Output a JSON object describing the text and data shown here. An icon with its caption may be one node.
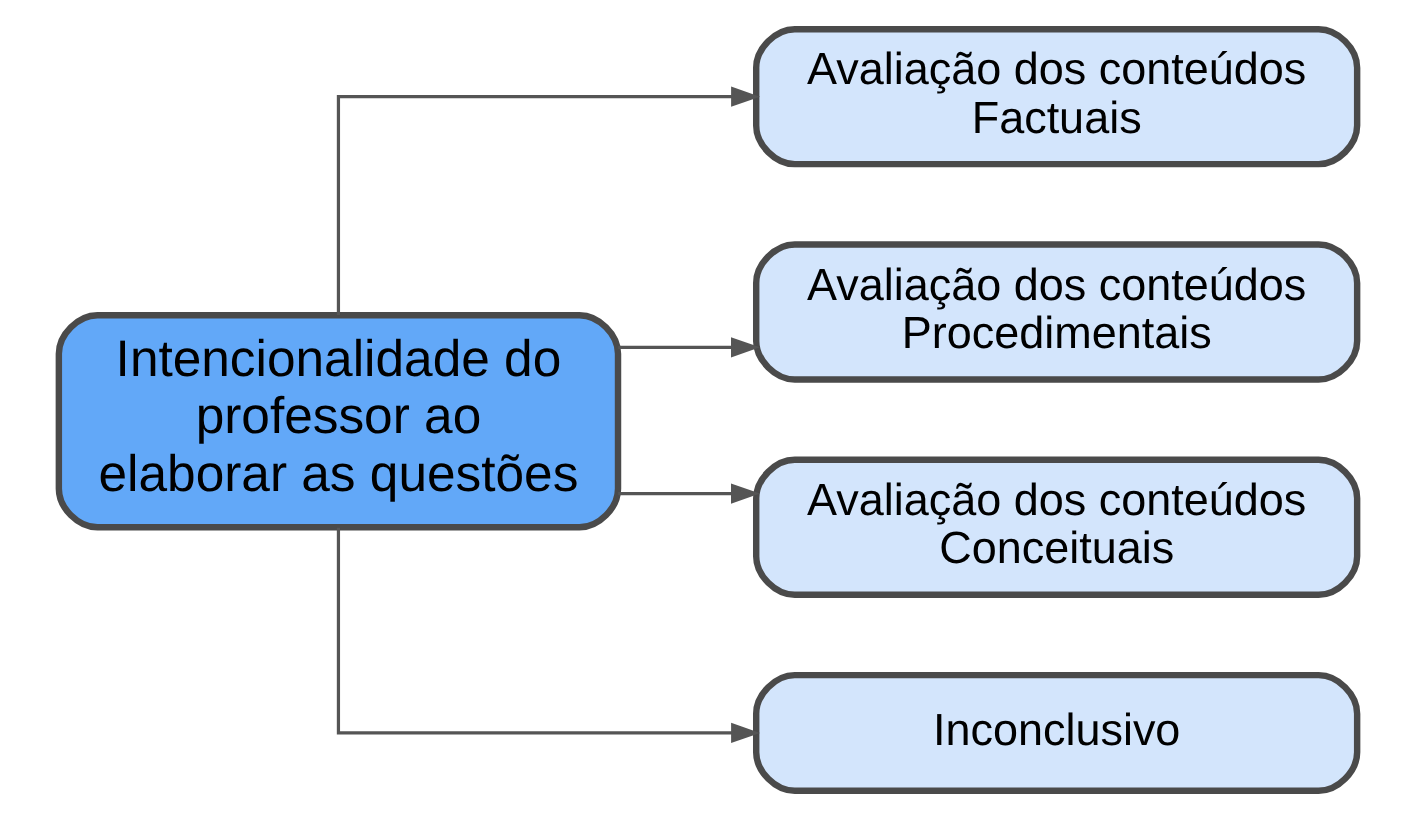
{
  "diagram": {
    "nodes": [
      {
        "text": [
          "Intencionalidade do professor ao elaborar as questões"
        ]
      },
      {
        "text": [
          "Avaliação dos conteúdos Factuais"
        ]
      },
      {
        "text": [
          "Avaliação dos conteúdos Procedimentais"
        ]
      },
      {
        "text": [
          "Avaliação dos conteúdos Conceituais"
        ]
      },
      {
        "text": [
          "Inconclusivo"
        ]
      }
    ],
    "edges": [
      {
        "from": 0,
        "to": 1,
        "arrow": "to"
      },
      {
        "from": 0,
        "to": 2,
        "arrow": "to"
      },
      {
        "from": 0,
        "to": 3,
        "arrow": "to"
      },
      {
        "from": 0,
        "to": 4,
        "arrow": "to"
      }
    ]
  }
}
